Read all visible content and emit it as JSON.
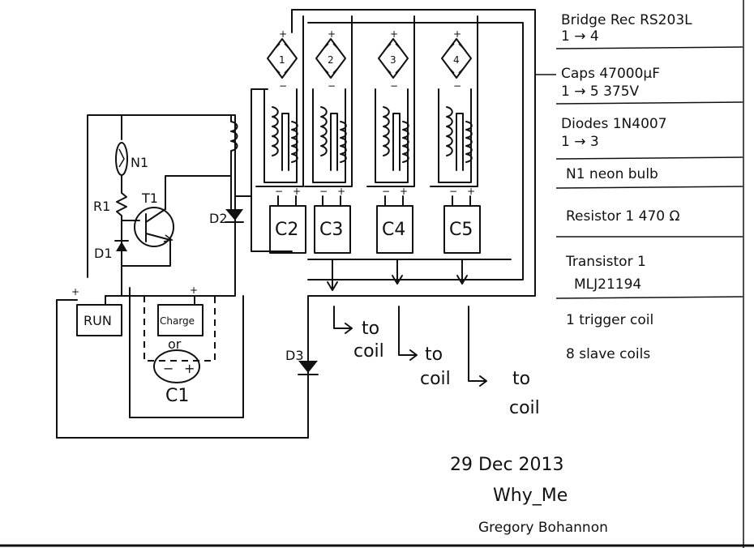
{
  "labels": {
    "n1": "N1",
    "r1": "R1",
    "t1": "T1",
    "d1": "D1",
    "d2": "D2",
    "d3": "D3",
    "run": "RUN",
    "charge": "Charge",
    "or": "or",
    "c1": "C1",
    "c1_minus": "−",
    "c1_plus": "+",
    "caps": [
      "C2",
      "C3",
      "C4",
      "C5"
    ],
    "bridges": [
      "1",
      "2",
      "3",
      "4"
    ],
    "to_coil": "to",
    "coil": "coil",
    "plus": "+",
    "minus": "−"
  },
  "notes": {
    "bridge_line1": "Bridge Rec    RS203L",
    "bridge_line2": "1 → 4",
    "caps_line1": "Caps    47000µF",
    "caps_line2": "1 → 5       375V",
    "diodes_line1": "Diodes    1N4007",
    "diodes_line2": "1 → 3",
    "neon": "N1 neon bulb",
    "resistor": "Resistor 1   470 Ω",
    "transistor_line1": "Transistor 1",
    "transistor_line2": "MLJ21194",
    "trigger": "1 trigger coil",
    "slave": "8 slave coils"
  },
  "signature": {
    "date": "29 Dec 2013",
    "handle": "Why_Me",
    "name": "Gregory Bohannon"
  }
}
